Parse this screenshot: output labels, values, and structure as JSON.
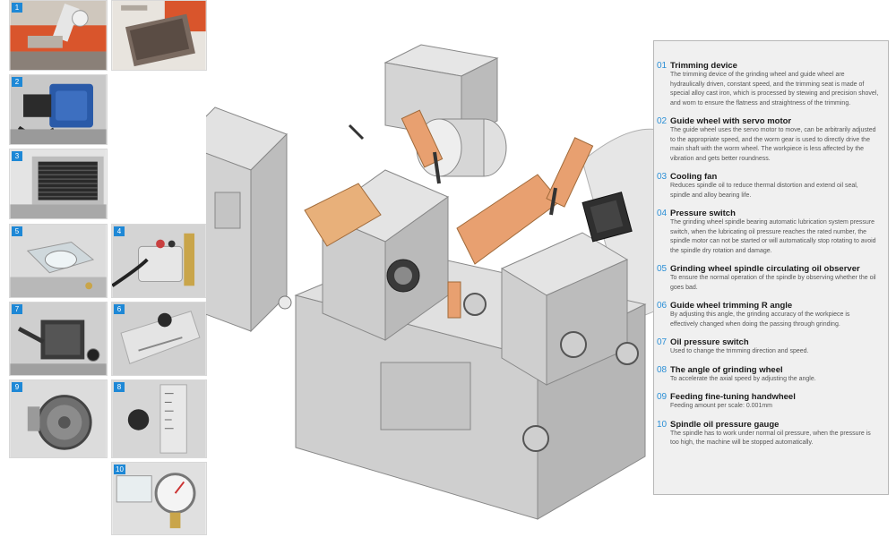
{
  "features": [
    {
      "num": "01",
      "title": "Trimming device",
      "desc": "The trimming device of the grinding wheel and guide wheel are hydraulically driven, constant speed, and the trimming seat is made of special alloy cast iron, which is processed by stewing and precision shovel, and worn to ensure the flatness and straightness of the trimming."
    },
    {
      "num": "02",
      "title": "Guide wheel with servo motor",
      "desc": "The guide wheel uses the servo motor to move, can be arbitrarily adjusted to the appropriate speed, and the worm gear is used to directly drive the main shaft with the worm wheel. The workpiece is less affected by the vibration and gets better roundness."
    },
    {
      "num": "03",
      "title": "Cooling fan",
      "desc": "Reduces spindle oil to reduce thermal distortion and extend oil seal, spindle and alloy bearing life."
    },
    {
      "num": "04",
      "title": "Pressure switch",
      "desc": "The grinding wheel spindle bearing automatic lubrication system pressure switch, when the lubricating oil pressure reaches the rated number, the spindle motor can not be started or will automatically stop rotating to avoid the spindle dry rotation and damage."
    },
    {
      "num": "05",
      "title": "Grinding wheel spindle circulating oil observer",
      "desc": "To ensure the normal operation of the spindle by observing whether the oil goes bad."
    },
    {
      "num": "06",
      "title": "Guide wheel trimming R angle",
      "desc": "By adjusting this angle, the grinding accuracy of the workpiece is effectively changed when doing the passing through grinding."
    },
    {
      "num": "07",
      "title": "Oil pressure switch",
      "desc": "Used to change the trimming direction and speed."
    },
    {
      "num": "08",
      "title": "The angle of grinding wheel",
      "desc": "To accelerate the axial speed by adjusting the angle."
    },
    {
      "num": "09",
      "title": "Feeding fine-tuning handwheel",
      "desc": "Feeding amount per scale: 0.001mm"
    },
    {
      "num": "10",
      "title": "Spindle oil pressure gauge",
      "desc": "The spindle has to work under normal oil pressure, when the pressure is too high, the machine will be stopped automatically."
    }
  ],
  "thumbnails": [
    {
      "badge": "1"
    },
    {
      "badge": "2"
    },
    {
      "badge": "3"
    },
    {
      "badge": "5"
    },
    {
      "badge": "4"
    },
    {
      "badge": "7"
    },
    {
      "badge": "6"
    },
    {
      "badge": "9"
    },
    {
      "badge": "8"
    },
    {
      "badge": "10"
    }
  ],
  "colors": {
    "accent": "#2b8fd6",
    "badge": "#1e88d6",
    "panel_bg": "#f0f0f0",
    "panel_border": "#b8b8b8",
    "machine": "#d9d9d9",
    "orange": "#e8a070"
  }
}
